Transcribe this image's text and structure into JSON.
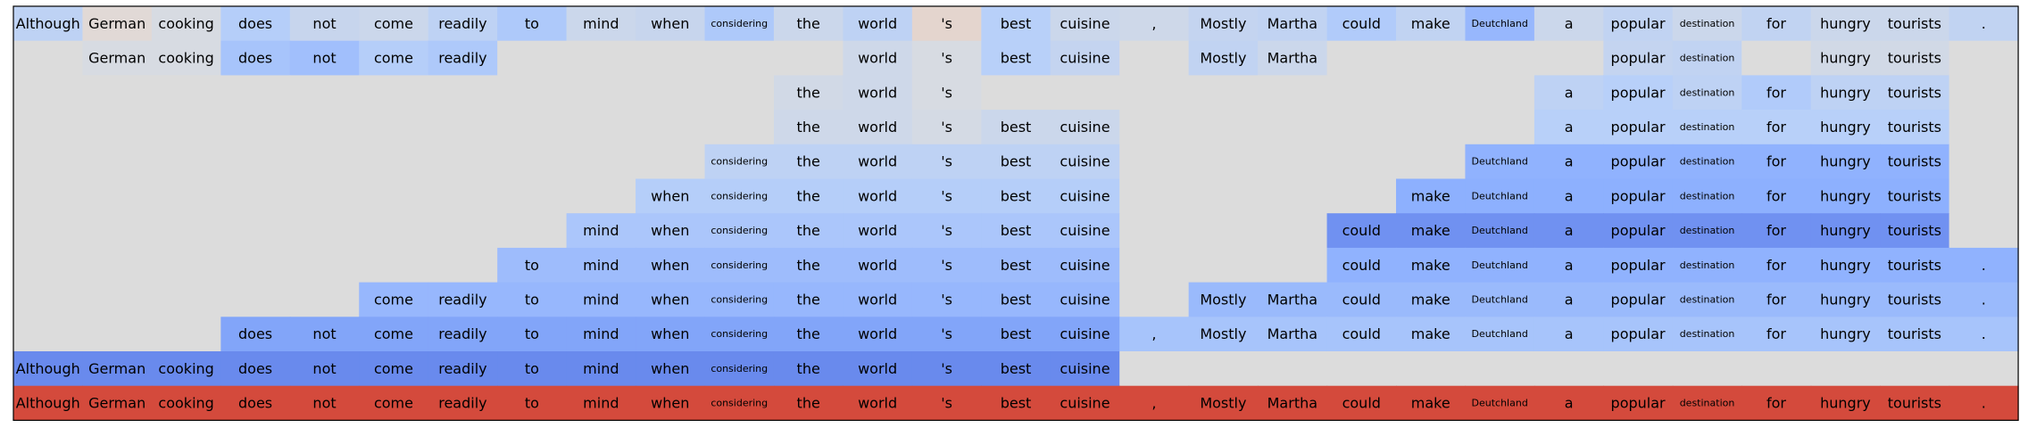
{
  "chart_data": {
    "type": "heatmap",
    "title": "",
    "xlabel": "",
    "ylabel": "",
    "grid": false,
    "legend": "none",
    "colormap": "coolwarm",
    "colors": {
      "empty": "#dcdcdc",
      "base_row": "#d44a3c",
      "border": "#000000",
      "text": "#000000"
    },
    "tokens": [
      "Although",
      "German",
      "cooking",
      "does",
      "not",
      "come",
      "readily",
      "to",
      "mind",
      "when",
      "considering",
      "the",
      "world",
      "'s",
      "best",
      "cuisine",
      ",",
      "Mostly",
      "Martha",
      "could",
      "make",
      "Deutchland",
      "a",
      "popular",
      "destination",
      "for",
      "hungry",
      "tourists",
      "."
    ],
    "small_tokens": [
      "considering",
      "Deutchland",
      "destination"
    ],
    "rows": [
      [
        0.4,
        0.52,
        0.48,
        0.37,
        0.43,
        0.44,
        0.4,
        0.35,
        0.44,
        0.43,
        0.35,
        0.44,
        0.4,
        0.54,
        0.38,
        0.44,
        0.45,
        0.42,
        0.41,
        0.36,
        0.41,
        0.28,
        0.44,
        0.41,
        0.44,
        0.41,
        0.44,
        0.44,
        0.41
      ],
      [
        null,
        0.48,
        0.48,
        0.33,
        0.31,
        0.37,
        0.35,
        null,
        null,
        null,
        null,
        null,
        0.45,
        0.48,
        0.38,
        0.42,
        null,
        0.41,
        0.44,
        null,
        null,
        null,
        null,
        0.42,
        0.41,
        null,
        0.46,
        0.46,
        null
      ],
      [
        null,
        null,
        null,
        null,
        null,
        null,
        null,
        null,
        null,
        null,
        null,
        0.46,
        0.45,
        0.48,
        null,
        null,
        null,
        null,
        null,
        null,
        null,
        null,
        0.4,
        0.38,
        0.4,
        0.36,
        0.4,
        0.4,
        null
      ],
      [
        null,
        null,
        null,
        null,
        null,
        null,
        null,
        null,
        null,
        null,
        null,
        0.45,
        0.45,
        0.47,
        0.44,
        0.44,
        null,
        null,
        null,
        null,
        null,
        null,
        0.38,
        0.38,
        0.38,
        0.38,
        0.38,
        0.38,
        null
      ],
      [
        null,
        null,
        null,
        null,
        null,
        null,
        null,
        null,
        null,
        null,
        0.4,
        0.4,
        0.4,
        0.4,
        0.4,
        0.4,
        null,
        null,
        null,
        null,
        null,
        0.26,
        0.26,
        0.26,
        0.26,
        0.26,
        0.26,
        0.26,
        null
      ],
      [
        null,
        null,
        null,
        null,
        null,
        null,
        null,
        null,
        null,
        0.37,
        0.37,
        0.37,
        0.37,
        0.37,
        0.37,
        0.37,
        null,
        null,
        null,
        null,
        0.25,
        0.25,
        0.25,
        0.25,
        0.25,
        0.25,
        0.25,
        0.25,
        null
      ],
      [
        null,
        null,
        null,
        null,
        null,
        null,
        null,
        null,
        0.34,
        0.34,
        0.34,
        0.34,
        0.34,
        0.34,
        0.34,
        0.34,
        null,
        null,
        null,
        0.17,
        0.17,
        0.17,
        0.17,
        0.17,
        0.17,
        0.17,
        0.17,
        0.17,
        null
      ],
      [
        null,
        null,
        null,
        null,
        null,
        null,
        null,
        0.3,
        0.3,
        0.3,
        0.3,
        0.3,
        0.3,
        0.3,
        0.3,
        0.3,
        null,
        null,
        null,
        0.26,
        0.26,
        0.26,
        0.26,
        0.26,
        0.26,
        0.26,
        0.26,
        0.26,
        0.26
      ],
      [
        null,
        null,
        null,
        null,
        null,
        0.28,
        0.28,
        0.28,
        0.28,
        0.28,
        0.28,
        0.28,
        0.28,
        0.28,
        0.28,
        0.28,
        null,
        0.29,
        0.29,
        0.29,
        0.29,
        0.29,
        0.29,
        0.29,
        0.29,
        0.29,
        0.29,
        0.29,
        0.29
      ],
      [
        null,
        null,
        null,
        0.22,
        0.22,
        0.22,
        0.22,
        0.22,
        0.22,
        0.22,
        0.22,
        0.22,
        0.22,
        0.22,
        0.22,
        0.22,
        0.33,
        0.33,
        0.33,
        0.33,
        0.33,
        0.33,
        0.33,
        0.33,
        0.33,
        0.33,
        0.33,
        0.33,
        0.33
      ],
      [
        0.15,
        0.15,
        0.15,
        0.15,
        0.15,
        0.15,
        0.15,
        0.15,
        0.15,
        0.15,
        0.15,
        0.15,
        0.15,
        0.15,
        0.15,
        0.15,
        null,
        null,
        null,
        null,
        null,
        null,
        null,
        null,
        null,
        null,
        null,
        null,
        null
      ],
      [
        1.0,
        1.0,
        1.0,
        1.0,
        1.0,
        1.0,
        1.0,
        1.0,
        1.0,
        1.0,
        1.0,
        1.0,
        1.0,
        1.0,
        1.0,
        1.0,
        1.0,
        1.0,
        1.0,
        1.0,
        1.0,
        1.0,
        1.0,
        1.0,
        1.0,
        1.0,
        1.0,
        1.0,
        1.0
      ]
    ]
  }
}
